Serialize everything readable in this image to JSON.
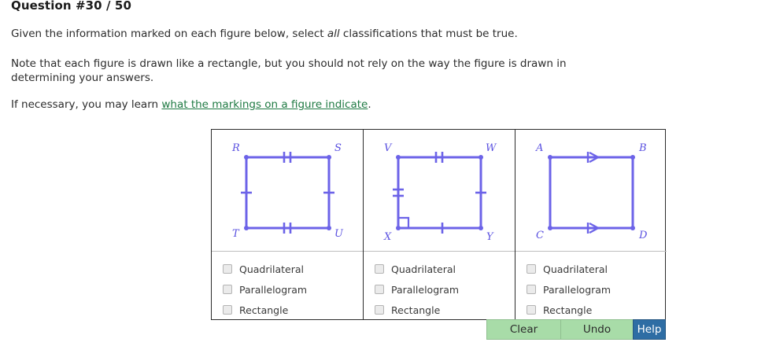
{
  "header": {
    "title": "Question #30 / 50"
  },
  "prompt": {
    "line1_a": "Given the information marked on each figure below, select ",
    "line1_em": "all",
    "line1_b": " classifications that must be true.",
    "line2": "Note that each figure is drawn like a rectangle, but you should not rely on the way the figure is drawn in determining your answers.",
    "line3_a": "If necessary, you may learn ",
    "line3_link": "what the markings on a figure indicate",
    "line3_b": "."
  },
  "figures": [
    {
      "name": "figure-rstu",
      "vertices": {
        "top_left": "R",
        "top_right": "S",
        "bottom_left": "T",
        "bottom_right": "U"
      },
      "markings": {
        "top": "double-tick",
        "bottom": "double-tick",
        "left": "single-tick",
        "right": "single-tick",
        "right_angle": "none"
      },
      "options": [
        {
          "label": "Quadrilateral",
          "checked": false
        },
        {
          "label": "Parallelogram",
          "checked": false
        },
        {
          "label": "Rectangle",
          "checked": false
        }
      ]
    },
    {
      "name": "figure-vwxy",
      "vertices": {
        "top_left": "V",
        "top_right": "W",
        "bottom_left": "X",
        "bottom_right": "Y"
      },
      "markings": {
        "top": "double-tick",
        "bottom": "single-tick",
        "left": "double-tick",
        "right": "single-tick",
        "right_angle": "bottom-left"
      },
      "options": [
        {
          "label": "Quadrilateral",
          "checked": false
        },
        {
          "label": "Parallelogram",
          "checked": false
        },
        {
          "label": "Rectangle",
          "checked": false
        }
      ]
    },
    {
      "name": "figure-abcd",
      "vertices": {
        "top_left": "A",
        "top_right": "B",
        "bottom_left": "C",
        "bottom_right": "D"
      },
      "markings": {
        "top": "single-arrow",
        "bottom": "single-arrow",
        "left": "none",
        "right": "none",
        "right_angle": "none"
      },
      "options": [
        {
          "label": "Quadrilateral",
          "checked": false
        },
        {
          "label": "Parallelogram",
          "checked": false
        },
        {
          "label": "Rectangle",
          "checked": false
        }
      ]
    }
  ],
  "buttons": {
    "clear": "Clear",
    "undo": "Undo",
    "help": "Help"
  },
  "colors": {
    "figure_stroke": "#6c63e8",
    "link": "#1f7a43",
    "button_green": "#a8dca8",
    "button_blue": "#2e6da4"
  }
}
